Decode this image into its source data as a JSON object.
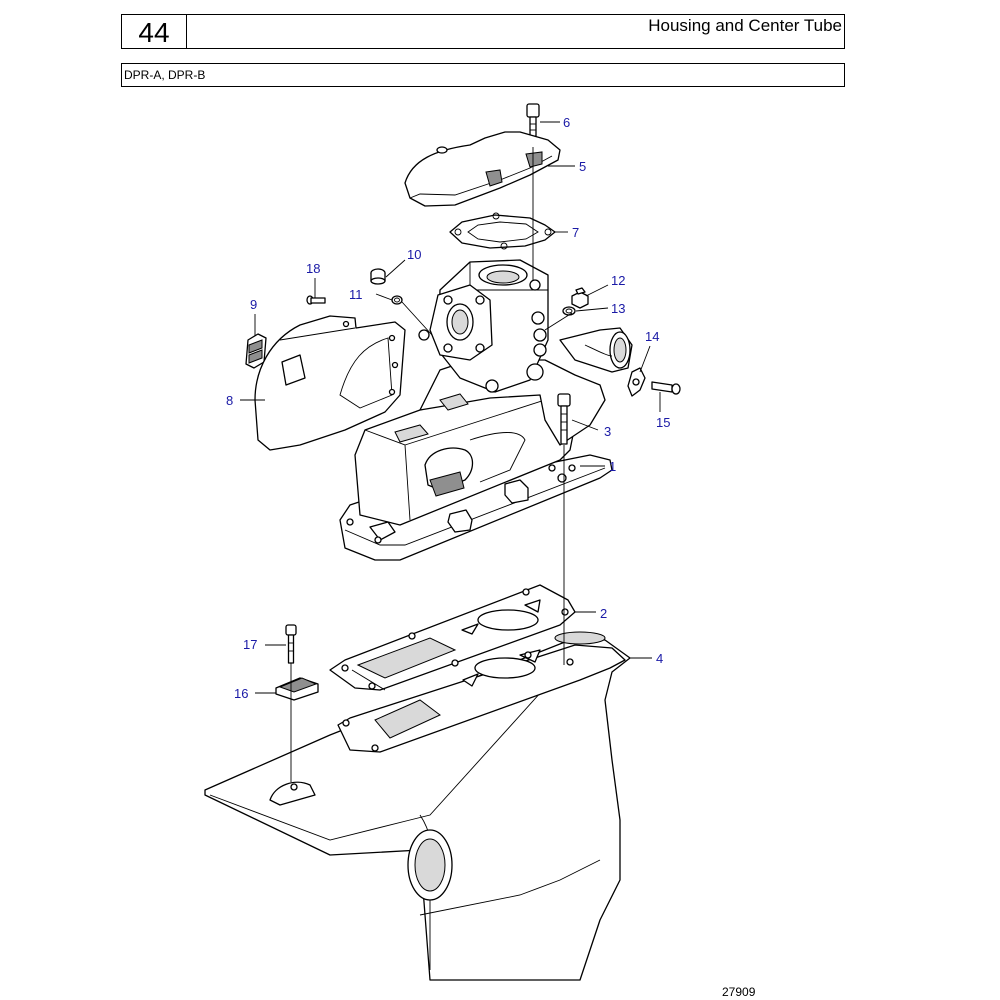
{
  "header": {
    "page_number": "44",
    "title": "Housing and Center Tube"
  },
  "models": "DPR-A, DPR-B",
  "callouts": {
    "c1": "1",
    "c2": "2",
    "c3": "3",
    "c4": "4",
    "c5": "5",
    "c6": "6",
    "c7": "7",
    "c8": "8",
    "c9": "9",
    "c10": "10",
    "c11": "11",
    "c12": "12",
    "c13": "13",
    "c14": "14",
    "c15": "15",
    "c16": "16",
    "c17": "17",
    "c18": "18"
  },
  "colors": {
    "callout_text": "#1a1aa6",
    "line": "#000000"
  },
  "drawing_number": "27909"
}
